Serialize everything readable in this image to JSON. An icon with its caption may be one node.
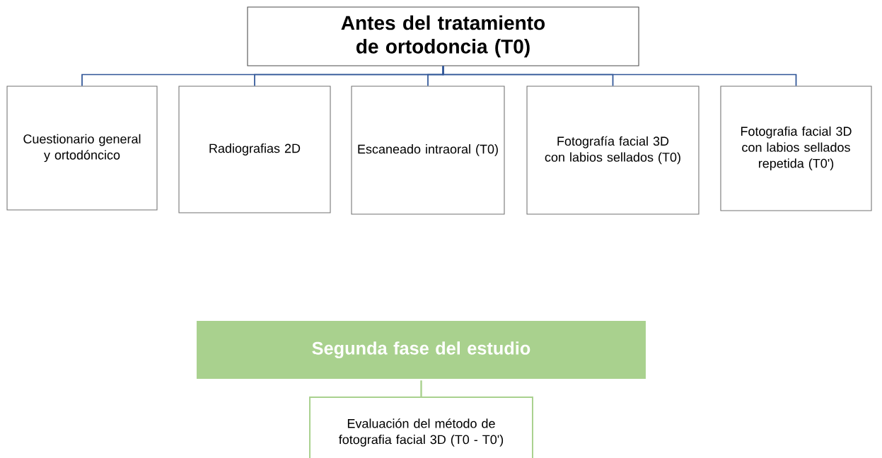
{
  "diagram": {
    "nodes": [
      {
        "text": [
          "Antes del tratamiento de ortodoncia (T0)"
        ]
      },
      {
        "text": [
          "Cuestionario general y ortodóncico"
        ]
      },
      {
        "text": [
          "Radiografias 2D"
        ]
      },
      {
        "text": [
          "Escaneado intraoral (T0)"
        ]
      },
      {
        "text": [
          "Fotografía facial 3D con labios sellados (T0)"
        ]
      },
      {
        "text": [
          "Fotografia facial 3D con labios sellados repetida (T0')"
        ]
      },
      {
        "text": [
          "Segunda fase del estudio"
        ]
      },
      {
        "text": [
          "Evaluación del método de fotografia facial 3D (T0 - T0')"
        ]
      }
    ],
    "edges": [
      {
        "from": 0,
        "to": 1,
        "arrow": "none"
      },
      {
        "from": 0,
        "to": 2,
        "arrow": "none"
      },
      {
        "from": 0,
        "to": 3,
        "arrow": "none"
      },
      {
        "from": 0,
        "to": 4,
        "arrow": "none"
      },
      {
        "from": 0,
        "to": 5,
        "arrow": "none"
      },
      {
        "from": 6,
        "to": 7,
        "arrow": "none",
        "color": "#a9d18e"
      }
    ]
  }
}
